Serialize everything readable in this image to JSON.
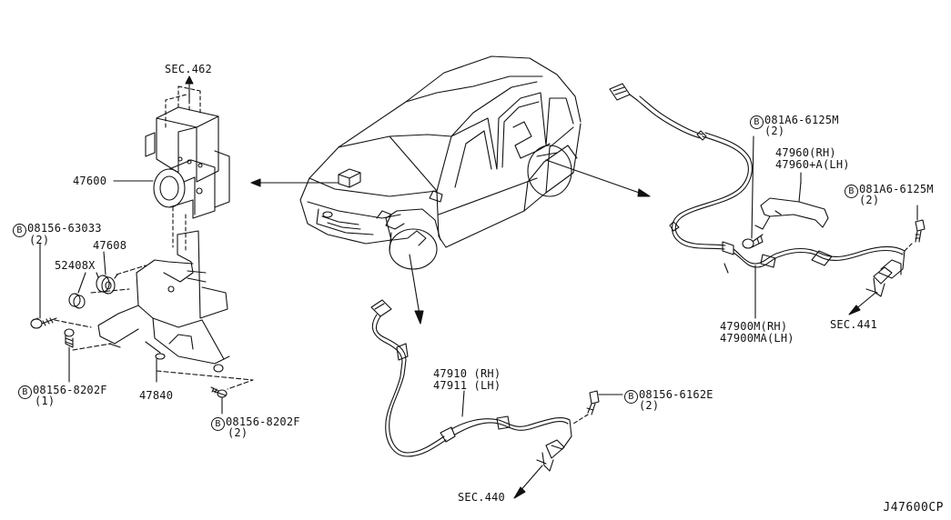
{
  "diagram_code": "J47600CP",
  "colors": {
    "line": "#111111",
    "background": "#ffffff"
  },
  "section_refs": {
    "sec462": "SEC.462",
    "sec441": "SEC.441",
    "sec440": "SEC.440"
  },
  "parts": {
    "p47600": "47600",
    "p47608": "47608",
    "p52408x": "52408X",
    "p47840": "47840",
    "p47960": "47960(RH)",
    "p47960a": "47960+A(LH)",
    "p47900m": "47900M(RH)",
    "p47900ma": "47900MA(LH)",
    "p47910": "47910 (RH)",
    "p47911": "47911 (LH)"
  },
  "fasteners": {
    "bolt_symbol": "B",
    "f08156_63033": {
      "part": "08156-63033",
      "qty": "(2)"
    },
    "f08156_8202f_a": {
      "part": "08156-8202F",
      "qty": "(1)"
    },
    "f08156_8202f_b": {
      "part": "08156-8202F",
      "qty": "(2)"
    },
    "f081a6_6125m_a": {
      "part": "081A6-6125M",
      "qty": "(2)"
    },
    "f081a6_6125m_b": {
      "part": "081A6-6125M",
      "qty": "(2)"
    },
    "f08156_6162e": {
      "part": "08156-6162E",
      "qty": "(2)"
    }
  }
}
